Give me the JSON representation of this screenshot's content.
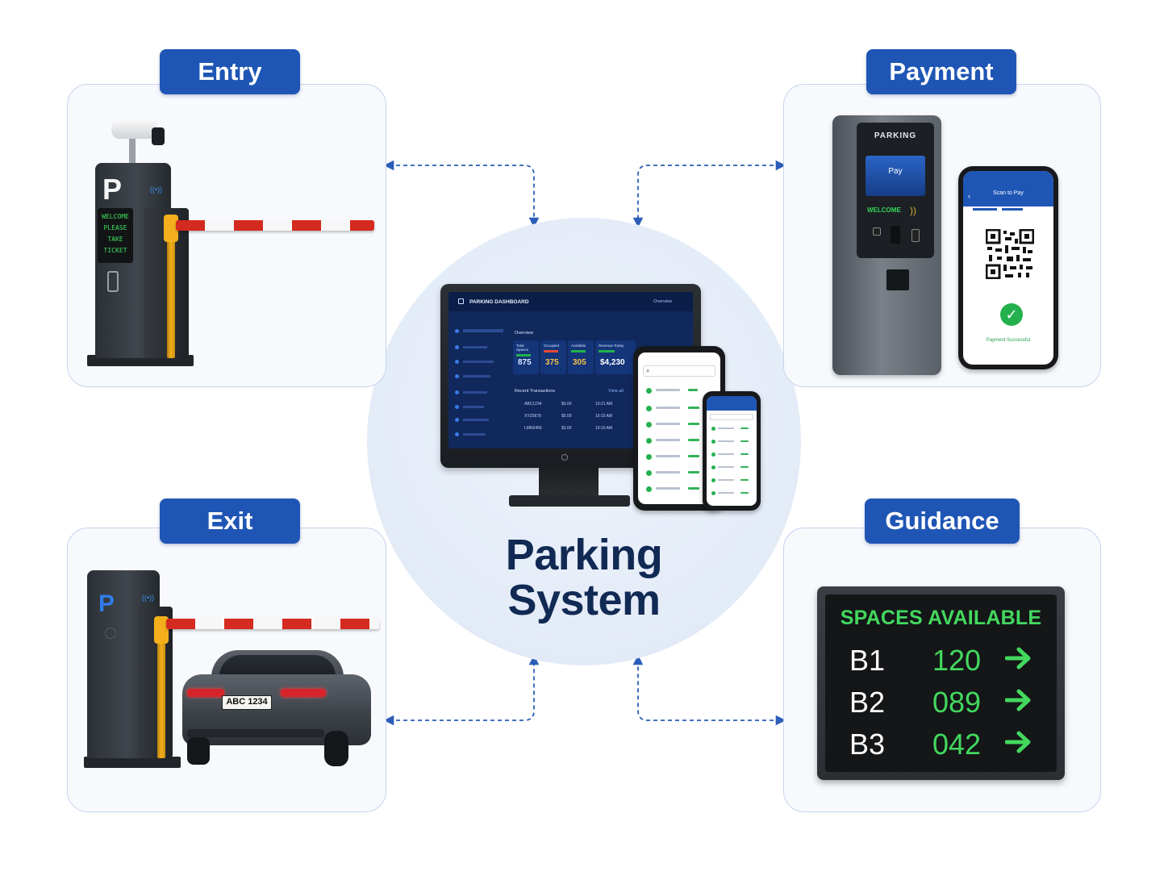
{
  "hub": {
    "title_line1": "Parking",
    "title_line2": "System"
  },
  "sections": {
    "entry": {
      "label": "Entry"
    },
    "payment": {
      "label": "Payment"
    },
    "exit": {
      "label": "Exit"
    },
    "guidance": {
      "label": "Guidance"
    }
  },
  "entry_gate": {
    "p_sign": "P",
    "screen_lines": [
      "WELCOME",
      "PLEASE",
      "TAKE TICKET"
    ]
  },
  "exit_gate": {
    "p_sign": "P",
    "plate": "ABC 1234"
  },
  "pay_station": {
    "brand": "PARKING",
    "screen": "Pay",
    "led": "WELCOME"
  },
  "pay_phone": {
    "header": "Scan to Pay",
    "status": "Payment Successful"
  },
  "guidance_board": {
    "heading": "SPACES AVAILABLE",
    "levels": [
      {
        "level": "B1",
        "count": "120"
      },
      {
        "level": "B2",
        "count": "089"
      },
      {
        "level": "B3",
        "count": "042"
      }
    ]
  },
  "dashboard": {
    "title": "PARKING DASHBOARD",
    "user": "Overview",
    "overview_label": "Overview",
    "stats": [
      {
        "label": "Total Spaces",
        "value": "875"
      },
      {
        "label": "Occupied",
        "value": "375"
      },
      {
        "label": "Available",
        "value": "305"
      },
      {
        "label": "Revenue Today",
        "value": "$4,230"
      }
    ],
    "transactions_label": "Recent Transactions",
    "view_all": "View all",
    "transactions": [
      {
        "plate": "ABC1234",
        "amount": "$3.00",
        "time": "10:21 AM"
      },
      {
        "plate": "XYZ5678",
        "amount": "$5.00",
        "time": "10:15 AM"
      },
      {
        "plate": "LMN3456",
        "amount": "$3.00",
        "time": "10:10 AM"
      }
    ]
  },
  "colors": {
    "accent": "#1f56b5",
    "connector": "#2b5db8",
    "led_green": "#43d85e",
    "boom_red": "#d52a1f"
  }
}
